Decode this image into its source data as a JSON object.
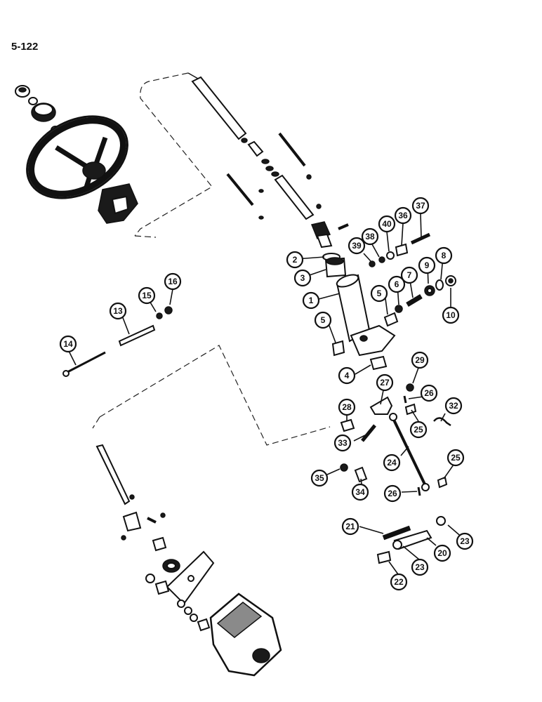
{
  "page": {
    "number": "5-122"
  },
  "callouts": [
    "1",
    "2",
    "3",
    "4",
    "5",
    "5",
    "6",
    "7",
    "8",
    "9",
    "10",
    "13",
    "14",
    "15",
    "16",
    "20",
    "21",
    "22",
    "23",
    "23",
    "24",
    "25",
    "25",
    "26",
    "26",
    "27",
    "28",
    "29",
    "32",
    "33",
    "34",
    "35",
    "36",
    "37",
    "38",
    "39",
    "40"
  ],
  "colors": {
    "ink": "#111111",
    "paper": "#ffffff"
  }
}
